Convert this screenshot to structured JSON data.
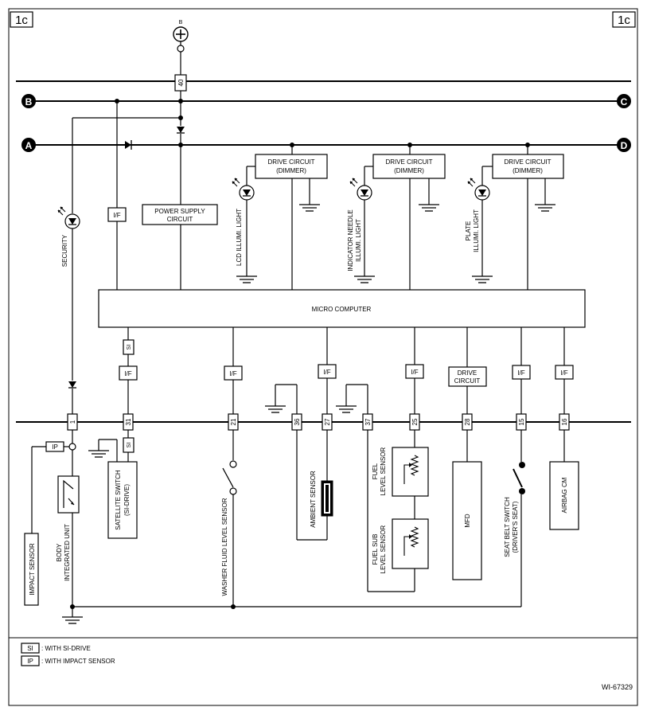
{
  "page_marker": "1c",
  "page_marker_right": "1c",
  "battery_label": "B",
  "fuse_number": "40",
  "bus_labels": {
    "a": "A",
    "b": "B",
    "c": "C",
    "d": "D"
  },
  "if_label": "I/F",
  "si_label": "SI",
  "ip_label": "IP",
  "power_supply": [
    "POWER SUPPLY",
    "CIRCUIT"
  ],
  "drive_dimmer": [
    "DRIVE CIRCUIT",
    "(DIMMER)"
  ],
  "drive_circuit": [
    "DRIVE",
    "CIRCUIT"
  ],
  "micro_computer": "MICRO COMPUTER",
  "security_label": "SECURITY",
  "lcd_light": "LCD ILLUMI. LIGHT",
  "indicator_light": [
    "INDICATOR NEEDLE",
    "ILLUMI. LIGHT"
  ],
  "plate_light": [
    "PLATE",
    "ILLUMI. LIGHT"
  ],
  "terminals": [
    "1",
    "31",
    "21",
    "36",
    "27",
    "37",
    "25",
    "28",
    "15",
    "16"
  ],
  "components": {
    "impact_sensor": "IMPACT SENSOR",
    "body_unit": [
      "BODY",
      "INTEGRATED UNIT"
    ],
    "satellite_switch": [
      "SATELLITE SWITCH",
      "(SI-DRIVE)"
    ],
    "washer_sensor": "WASHER FLUID LEVEL SENSOR",
    "ambient_sensor": "AMBIENT SENSOR",
    "fuel_sensor": [
      "FUEL",
      "LEVEL SENSOR"
    ],
    "fuel_sub_sensor": [
      "FUEL SUB",
      "LEVEL SENSOR"
    ],
    "mfd": "MFD",
    "seat_belt": [
      "SEAT BELT SWITCH",
      "(DRIVER'S SEAT)"
    ],
    "airbag": "AIRBAG CM"
  },
  "legend": [
    {
      "code": "SI",
      "text": ": WITH SI-DRIVE"
    },
    {
      "code": "IP",
      "text": ": WITH IMPACT SENSOR"
    }
  ],
  "figure_id": "WI-67329"
}
